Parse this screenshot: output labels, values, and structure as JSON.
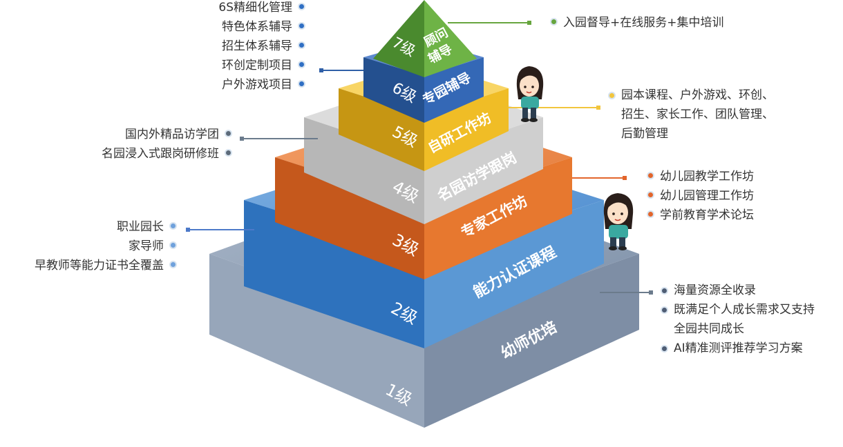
{
  "pyramid": {
    "level1": {
      "number": "1级",
      "name": "幼师优培"
    },
    "level2": {
      "number": "2级",
      "name": "能力认证课程"
    },
    "level3": {
      "number": "3级",
      "name": "专家工作坊"
    },
    "level4": {
      "number": "4级",
      "name": "名园访学跟岗"
    },
    "level5": {
      "number": "5级",
      "name": "自研工作坊"
    },
    "level6": {
      "number": "6级",
      "name": "专园辅导"
    },
    "level7": {
      "number": "7级",
      "name_line1": "顾问",
      "name_line2": "辅导"
    }
  },
  "annotations": {
    "level6_left": [
      "6S精细化管理",
      "特色体系辅导",
      "招生体系辅导",
      "环创定制项目",
      "户外游戏项目"
    ],
    "level7_right": [
      "入园督导+在线服务+集中培训"
    ],
    "level5_right": {
      "line1": "园本课程、户外游戏、环创、",
      "line2": "招生、家长工作、团队管理、",
      "line3": "后勤管理"
    },
    "level4_left": [
      "国内外精品访学团",
      "名园浸入式跟岗研修班"
    ],
    "level3_right": [
      "幼儿园教学工作坊",
      "幼儿园管理工作坊",
      "学前教育学术论坛"
    ],
    "level2_left": [
      "职业园长",
      "家导师",
      "早教师等能力证书全覆盖"
    ],
    "level1_right": {
      "item1": "海量资源全收录",
      "item2_line1": "既满足个人成长需求又支持",
      "item2_line2": "全园共同成长",
      "item3": "AI精准测评推荐学习方案"
    }
  },
  "colors": {
    "level1": "#8596ac",
    "level2": "#3b7cc4",
    "level3": "#e06d2a",
    "level4": "#c9c9c9",
    "level5": "#ecb620",
    "level6": "#2f5ea8",
    "level7": "#63a844",
    "connector_gray": "#6b7b8c",
    "connector_blue": "#4c79c9",
    "connector_orange": "#e2652b",
    "connector_yellow": "#f2c53d",
    "connector_green": "#67a53e"
  }
}
